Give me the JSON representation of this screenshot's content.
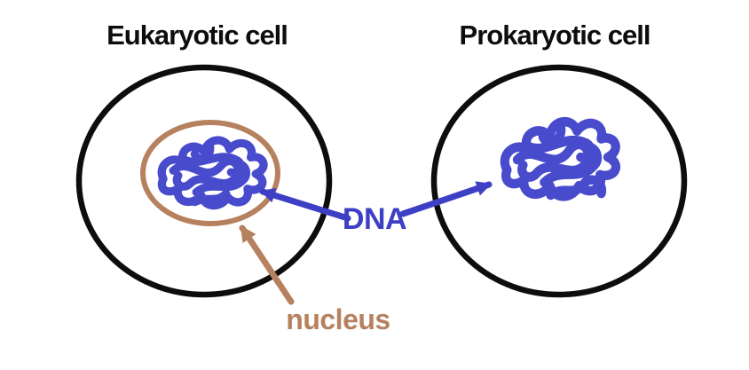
{
  "diagram": {
    "title_context": "Comparison of eukaryotic and prokaryotic cells",
    "left_cell": {
      "title": "Eukaryotic cell",
      "has_nucleus": true,
      "dna_location": "inside nucleus"
    },
    "right_cell": {
      "title": "Prokaryotic cell",
      "has_nucleus": false,
      "dna_location": "free in cytoplasm"
    },
    "labels": {
      "dna": "DNA",
      "nucleus": "nucleus"
    }
  },
  "colors": {
    "ink": "#0d0d0d",
    "dna-blue": "#474bcc",
    "arrow-blue": "#3d3fc5",
    "nucleus-brown": "#b6815f"
  }
}
